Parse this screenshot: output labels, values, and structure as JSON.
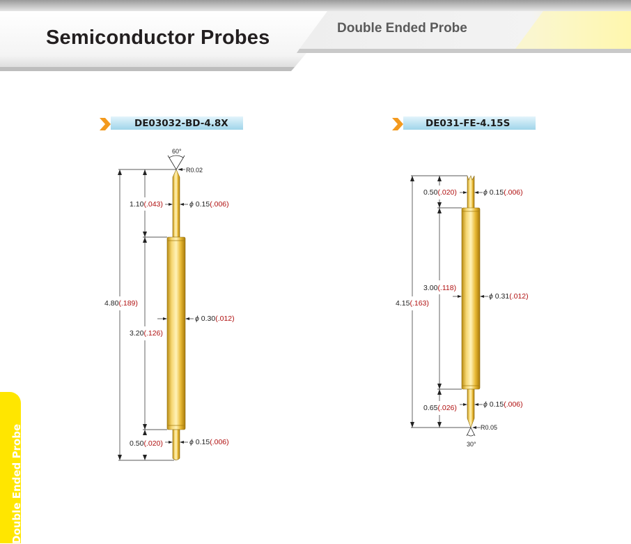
{
  "header": {
    "title": "Semiconductor  Probes",
    "subtitle": "Double Ended Probe"
  },
  "side_tab": {
    "label": "Double Ended Probe"
  },
  "colors": {
    "accent_yellow": "#ffe600",
    "probe_gold": "#e8b934",
    "dim_red": "#b01010"
  },
  "probes": [
    {
      "part_number": "DE03032-BD-4.8X",
      "tip_angle": "60°",
      "tip_radius": "R0.02",
      "upper_length": {
        "mm": "1.10",
        "in": "(.043)"
      },
      "upper_dia": {
        "sym": "ϕ",
        "mm": "0.15",
        "in": "(.006)"
      },
      "total_length": {
        "mm": "4.80",
        "in": "(.189)"
      },
      "barrel_dia": {
        "sym": "ϕ",
        "mm": "0.30",
        "in": "(.012)"
      },
      "barrel_length": {
        "mm": "3.20",
        "in": "(.126)"
      },
      "lower_length": {
        "mm": "0.50",
        "in": "(.020)"
      },
      "lower_dia": {
        "sym": "ϕ",
        "mm": "0.15",
        "in": "(.006)"
      }
    },
    {
      "part_number": "DE031-FE-4.15S",
      "upper_length": {
        "mm": "0.50",
        "in": "(.020)"
      },
      "upper_dia": {
        "sym": "ϕ",
        "mm": "0.15",
        "in": "(.006)"
      },
      "barrel_length": {
        "mm": "3.00",
        "in": "(.118)"
      },
      "barrel_dia": {
        "sym": "ϕ",
        "mm": "0.31",
        "in": "(.012)"
      },
      "total_length": {
        "mm": "4.15",
        "in": "(.163)"
      },
      "lower_length": {
        "mm": "0.65",
        "in": "(.026)"
      },
      "lower_dia": {
        "sym": "ϕ",
        "mm": "0.15",
        "in": "(.006)"
      },
      "tip_radius": "R0.05",
      "tip_angle": "30°"
    }
  ]
}
